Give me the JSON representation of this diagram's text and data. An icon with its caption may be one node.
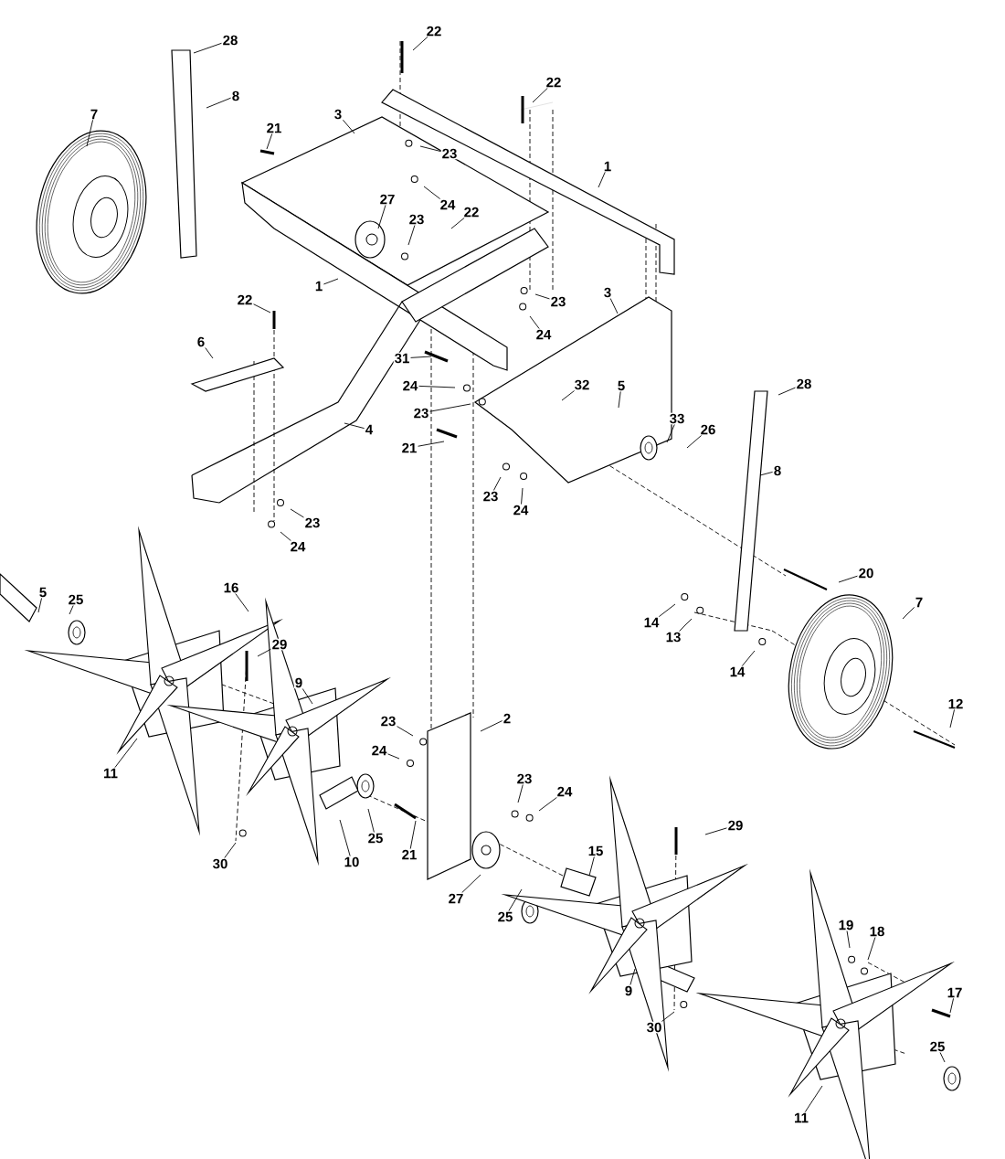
{
  "diagram": {
    "nodes": [
      {
        "text": [
          "28"
        ]
      },
      {
        "text": [
          "8"
        ]
      },
      {
        "text": [
          "7"
        ]
      },
      {
        "text": [
          "3"
        ]
      },
      {
        "text": [
          "21"
        ]
      },
      {
        "text": [
          "22"
        ]
      },
      {
        "text": [
          "22"
        ]
      },
      {
        "text": [
          "1"
        ]
      },
      {
        "text": [
          "23"
        ]
      },
      {
        "text": [
          "24"
        ]
      },
      {
        "text": [
          "27"
        ]
      },
      {
        "text": [
          "23"
        ]
      },
      {
        "text": [
          "22"
        ]
      },
      {
        "text": [
          "1"
        ]
      },
      {
        "text": [
          "22"
        ]
      },
      {
        "text": [
          "6"
        ]
      },
      {
        "text": [
          "3"
        ]
      },
      {
        "text": [
          "23"
        ]
      },
      {
        "text": [
          "24"
        ]
      },
      {
        "text": [
          "31"
        ]
      },
      {
        "text": [
          "24"
        ]
      },
      {
        "text": [
          "23"
        ]
      },
      {
        "text": [
          "21"
        ]
      },
      {
        "text": [
          "4"
        ]
      },
      {
        "text": [
          "32"
        ]
      },
      {
        "text": [
          "5"
        ]
      },
      {
        "text": [
          "33"
        ]
      },
      {
        "text": [
          "26"
        ]
      },
      {
        "text": [
          "28"
        ]
      },
      {
        "text": [
          "8"
        ]
      },
      {
        "text": [
          "23"
        ]
      },
      {
        "text": [
          "24"
        ]
      },
      {
        "text": [
          "23"
        ]
      },
      {
        "text": [
          "24"
        ]
      },
      {
        "text": [
          "20"
        ]
      },
      {
        "text": [
          "14"
        ]
      },
      {
        "text": [
          "13"
        ]
      },
      {
        "text": [
          "7"
        ]
      },
      {
        "text": [
          "14"
        ]
      },
      {
        "text": [
          "12"
        ]
      },
      {
        "text": [
          "5"
        ]
      },
      {
        "text": [
          "25"
        ]
      },
      {
        "text": [
          "16"
        ]
      },
      {
        "text": [
          "29"
        ]
      },
      {
        "text": [
          "11"
        ]
      },
      {
        "text": [
          "9"
        ]
      },
      {
        "text": [
          "23"
        ]
      },
      {
        "text": [
          "24"
        ]
      },
      {
        "text": [
          "2"
        ]
      },
      {
        "text": [
          "23"
        ]
      },
      {
        "text": [
          "24"
        ]
      },
      {
        "text": [
          "30"
        ]
      },
      {
        "text": [
          "10"
        ]
      },
      {
        "text": [
          "25"
        ]
      },
      {
        "text": [
          "21"
        ]
      },
      {
        "text": [
          "27"
        ]
      },
      {
        "text": [
          "15"
        ]
      },
      {
        "text": [
          "25"
        ]
      },
      {
        "text": [
          "29"
        ]
      },
      {
        "text": [
          "19"
        ]
      },
      {
        "text": [
          "18"
        ]
      },
      {
        "text": [
          "9"
        ]
      },
      {
        "text": [
          "30"
        ]
      },
      {
        "text": [
          "17"
        ]
      },
      {
        "text": [
          "25"
        ]
      },
      {
        "text": [
          "11"
        ]
      }
    ],
    "edges": [
      {
        "from": 0,
        "to": null,
        "arrow": "none"
      },
      {
        "from": 1,
        "to": null,
        "arrow": "none"
      },
      {
        "from": 2,
        "to": null,
        "arrow": "none"
      },
      {
        "from": 3,
        "to": null,
        "arrow": "none"
      },
      {
        "from": 4,
        "to": null,
        "arrow": "none"
      },
      {
        "from": 5,
        "to": null,
        "arrow": "none"
      },
      {
        "from": 6,
        "to": null,
        "arrow": "none"
      },
      {
        "from": 7,
        "to": null,
        "arrow": "none"
      },
      {
        "from": 8,
        "to": null,
        "arrow": "none"
      },
      {
        "from": 9,
        "to": null,
        "arrow": "none"
      },
      {
        "from": 10,
        "to": null,
        "arrow": "none"
      },
      {
        "from": 11,
        "to": null,
        "arrow": "none"
      },
      {
        "from": 12,
        "to": null,
        "arrow": "none"
      },
      {
        "from": 13,
        "to": null,
        "arrow": "none"
      },
      {
        "from": 14,
        "to": null,
        "arrow": "none"
      },
      {
        "from": 15,
        "to": null,
        "arrow": "none"
      },
      {
        "from": 16,
        "to": null,
        "arrow": "none"
      },
      {
        "from": 17,
        "to": null,
        "arrow": "none"
      },
      {
        "from": 18,
        "to": null,
        "arrow": "none"
      },
      {
        "from": 19,
        "to": null,
        "arrow": "none"
      },
      {
        "from": 20,
        "to": null,
        "arrow": "none"
      },
      {
        "from": 21,
        "to": null,
        "arrow": "none"
      },
      {
        "from": 22,
        "to": null,
        "arrow": "none"
      },
      {
        "from": 23,
        "to": null,
        "arrow": "none"
      },
      {
        "from": 24,
        "to": null,
        "arrow": "none"
      },
      {
        "from": 25,
        "to": null,
        "arrow": "none"
      },
      {
        "from": 26,
        "to": null,
        "arrow": "none"
      },
      {
        "from": 27,
        "to": null,
        "arrow": "none"
      },
      {
        "from": 28,
        "to": null,
        "arrow": "none"
      },
      {
        "from": 29,
        "to": null,
        "arrow": "none"
      },
      {
        "from": 30,
        "to": null,
        "arrow": "none"
      },
      {
        "from": 31,
        "to": null,
        "arrow": "none"
      },
      {
        "from": 32,
        "to": null,
        "arrow": "none"
      },
      {
        "from": 33,
        "to": null,
        "arrow": "none"
      },
      {
        "from": 34,
        "to": null,
        "arrow": "none"
      },
      {
        "from": 35,
        "to": null,
        "arrow": "none"
      },
      {
        "from": 36,
        "to": null,
        "arrow": "none"
      },
      {
        "from": 37,
        "to": null,
        "arrow": "none"
      },
      {
        "from": 38,
        "to": null,
        "arrow": "none"
      },
      {
        "from": 39,
        "to": null,
        "arrow": "none"
      },
      {
        "from": 40,
        "to": null,
        "arrow": "none"
      },
      {
        "from": 41,
        "to": null,
        "arrow": "none"
      },
      {
        "from": 42,
        "to": null,
        "arrow": "none"
      },
      {
        "from": 43,
        "to": null,
        "arrow": "none"
      },
      {
        "from": 44,
        "to": null,
        "arrow": "none"
      },
      {
        "from": 45,
        "to": null,
        "arrow": "none"
      },
      {
        "from": 46,
        "to": null,
        "arrow": "none"
      },
      {
        "from": 47,
        "to": null,
        "arrow": "none"
      },
      {
        "from": 48,
        "to": null,
        "arrow": "none"
      },
      {
        "from": 49,
        "to": null,
        "arrow": "none"
      },
      {
        "from": 50,
        "to": null,
        "arrow": "none"
      },
      {
        "from": 51,
        "to": null,
        "arrow": "none"
      },
      {
        "from": 52,
        "to": null,
        "arrow": "none"
      },
      {
        "from": 53,
        "to": null,
        "arrow": "none"
      },
      {
        "from": 54,
        "to": null,
        "arrow": "none"
      },
      {
        "from": 55,
        "to": null,
        "arrow": "none"
      },
      {
        "from": 56,
        "to": null,
        "arrow": "none"
      },
      {
        "from": 57,
        "to": null,
        "arrow": "none"
      },
      {
        "from": 58,
        "to": null,
        "arrow": "none"
      },
      {
        "from": 59,
        "to": null,
        "arrow": "none"
      },
      {
        "from": 60,
        "to": null,
        "arrow": "none"
      },
      {
        "from": 61,
        "to": null,
        "arrow": "none"
      },
      {
        "from": 62,
        "to": null,
        "arrow": "none"
      },
      {
        "from": 63,
        "to": null,
        "arrow": "none"
      },
      {
        "from": 64,
        "to": null,
        "arrow": "none"
      },
      {
        "from": 65,
        "to": null,
        "arrow": "none"
      }
    ]
  }
}
